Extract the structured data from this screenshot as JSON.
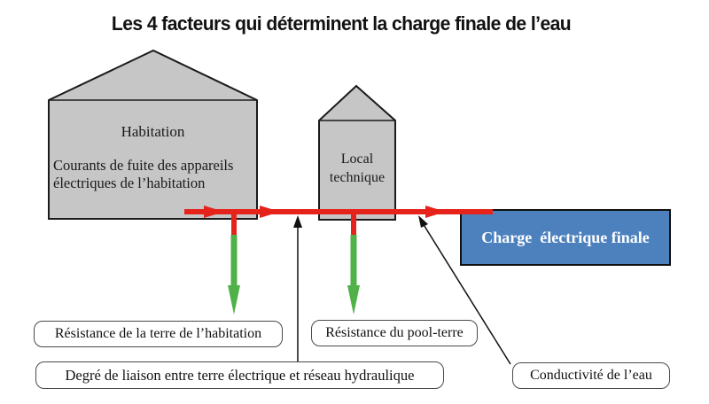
{
  "title": "Les 4 facteurs qui déterminent la charge finale de l’eau",
  "habitation": {
    "name": "Habitation",
    "subtitle": "Courants de fuite des appareils électriques de l’habitation"
  },
  "local_technique": {
    "name": "Local technique"
  },
  "charge_finale": {
    "label": "Charge  électrique finale"
  },
  "factors": [
    {
      "id": "resistance-terre-habitation",
      "text": "Résistance de la terre de l’habitation"
    },
    {
      "id": "resistance-pool-terre",
      "text": "Résistance du pool-terre"
    },
    {
      "id": "degre-liaison",
      "text": "Degré de liaison entre terre électrique et réseau hydraulique"
    },
    {
      "id": "conductivite-eau",
      "text": "Conductivité de l’eau"
    }
  ],
  "colors": {
    "flow_red": "#e5231b",
    "earth_green": "#4fb148",
    "charge_blue": "#4d81be",
    "building_gray": "#c6c6c6",
    "outline_black": "#1a1a1a"
  }
}
